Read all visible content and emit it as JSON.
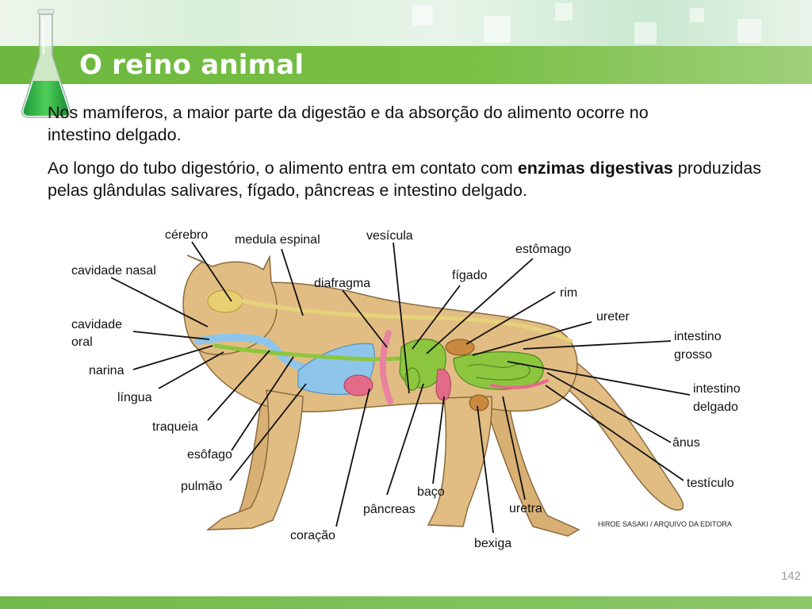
{
  "slide": {
    "title": "O reino animal",
    "page_number": "142",
    "credit": "HIROE SASAKI / ARQUIVO DA EDITORA"
  },
  "text": {
    "p1": "Nos mamíferos, a maior parte da digestão e da absorção do alimento ocorre no intestino delgado.",
    "p2_before": "Ao longo do tubo digestório, o alimento entra em contato com ",
    "p2_bold": "enzimas digestivas",
    "p2_after": " produzidas pelas glândulas salivares, fígado, pâncreas e intestino delgado."
  },
  "labels": {
    "cerebro": "cérebro",
    "medula_espinal": "medula espinal",
    "vesicula": "vesícula",
    "estomago": "estômago",
    "cavidade_nasal": "cavidade nasal",
    "diafragma": "diafragma",
    "figado": "fígado",
    "rim": "rim",
    "cavidade": "cavidade",
    "oral": "oral",
    "ureter": "ureter",
    "intestino_grosso_1": "intestino",
    "intestino_grosso_2": "grosso",
    "narina": "narina",
    "intestino_delgado_1": "intestino",
    "intestino_delgado_2": "delgado",
    "lingua": "língua",
    "traqueia": "traqueia",
    "anus": "ânus",
    "esofago": "esôfago",
    "pulmao": "pulmão",
    "testiculo": "testículo",
    "baco": "baço",
    "pancreas": "pâncreas",
    "uretra": "uretra",
    "coracao": "coração",
    "bexiga": "bexiga"
  },
  "colors": {
    "brand_green": "#6cb83e",
    "cat_fur": "#e2bd83",
    "cat_outline": "#8a6a3e",
    "spinal": "#e6d27a",
    "airway": "#8ec5ea",
    "organ_green": "#8cc63e",
    "organ_pink": "#e36b8a",
    "organ_brown": "#c98a3e",
    "diaphragm": "#e9829f"
  },
  "icons": {
    "flask": "flask-icon"
  }
}
